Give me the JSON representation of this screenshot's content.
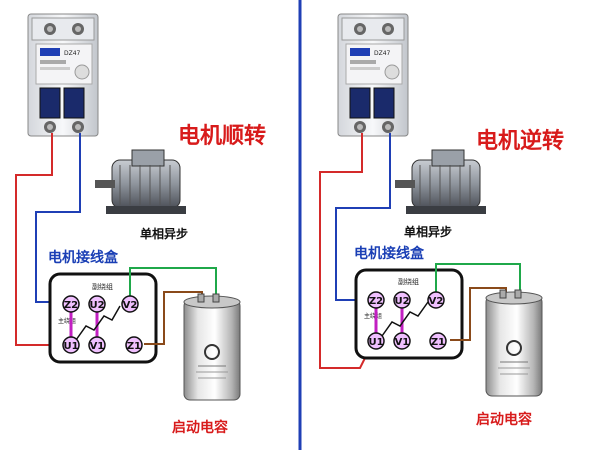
{
  "divider_color": "#1f3fb5",
  "panels": [
    {
      "title": "电机顺转",
      "motor_label": "单相异步",
      "box_label": "电机接线盒",
      "winding_aux": "副绕组",
      "winding_main": "主绕组",
      "terminals": [
        "Z2",
        "U2",
        "V2",
        "U1",
        "V1",
        "Z1"
      ],
      "capacitor_label": "启动电容",
      "breaker_brand": "DZ47"
    },
    {
      "title": "电机逆转",
      "motor_label": "单相异步",
      "box_label": "电机接线盒",
      "winding_aux": "副绕组",
      "winding_main": "主绕组",
      "terminals": [
        "Z2",
        "U2",
        "V2",
        "U1",
        "V1",
        "Z1"
      ],
      "capacitor_label": "启动电容",
      "breaker_brand": "DZ47"
    }
  ],
  "colors": {
    "title": "#d81b1b",
    "wire_red": "#d42a2a",
    "wire_blue": "#1f3fb5",
    "wire_green": "#1fa84a",
    "wire_brown": "#8a4a1a",
    "link_magenta": "#c21fc2",
    "terminal_fill": "#f0c0ff"
  }
}
